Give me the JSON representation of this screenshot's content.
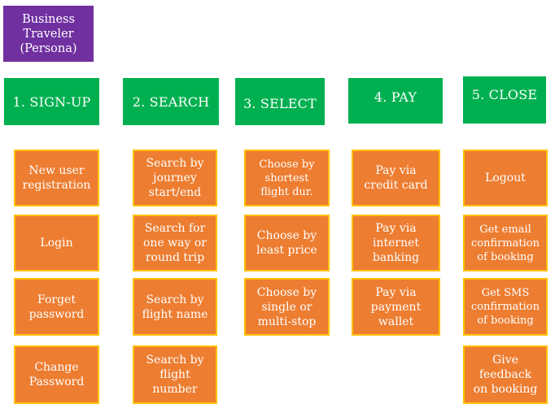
{
  "persona": "Business\nTraveler\n(Persona)",
  "steps": [
    {
      "label": "1. SIGN-UP",
      "tasks": [
        "New user\nregistration",
        "Login",
        "Forget\npassword",
        "Change\nPassword"
      ]
    },
    {
      "label": "2. SEARCH",
      "tasks": [
        "Search by\njourney\nstart/end",
        "Search for\none way or\nround trip",
        "Search by\nflight name",
        "Search by\nflight\nnumber"
      ]
    },
    {
      "label": "3. SELECT",
      "tasks": [
        "Choose by\nshortest\nflight dur.",
        "Choose by\nleast price",
        "Choose by\nsingle or\nmulti-stop"
      ]
    },
    {
      "label": "4. PAY",
      "tasks": [
        "Pay via\ncredit card",
        "Pay via\ninternet\nbanking",
        "Pay via\npayment\nwallet"
      ]
    },
    {
      "label": "5. CLOSE",
      "tasks": [
        "Logout",
        "Get email\nconfirmation\nof booking",
        "Get SMS\nconfirmation\nof booking",
        "Give\nfeedback\non booking"
      ]
    }
  ],
  "colors": {
    "persona": "#7030a0",
    "step": "#00b050",
    "task": "#ed7d31",
    "task_border": "#ffc000"
  }
}
